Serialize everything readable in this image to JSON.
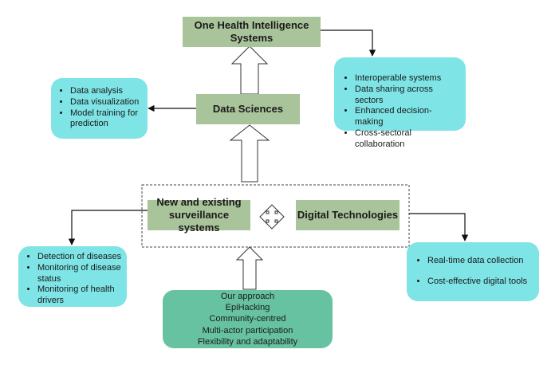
{
  "top_box": {
    "line1": "One Health Intelligence",
    "line2": "Systems"
  },
  "data_sciences": {
    "label": "Data Sciences"
  },
  "surveillance": {
    "line1": "New and existing",
    "line2": "surveillance systems"
  },
  "digital": {
    "label": "Digital Technologies"
  },
  "top_right": {
    "items": [
      "Interoperable systems",
      "Data sharing across sectors",
      "Enhanced decision-making",
      "Cross-sectoral collaboration"
    ]
  },
  "left_top": {
    "items": [
      "Data analysis",
      "Data visualization",
      "Model training for prediction"
    ]
  },
  "left_bottom": {
    "items": [
      "Detection of diseases",
      "Monitoring of disease status",
      "Monitoring of health drivers"
    ]
  },
  "right_bottom": {
    "items": [
      "Real-time data collection",
      "Cost-effective digital tools"
    ]
  },
  "approach": {
    "lines": [
      "Our approach",
      "EpiHacking",
      "Community-centred",
      "Multi-actor participation",
      "Flexibility and adaptability"
    ]
  }
}
